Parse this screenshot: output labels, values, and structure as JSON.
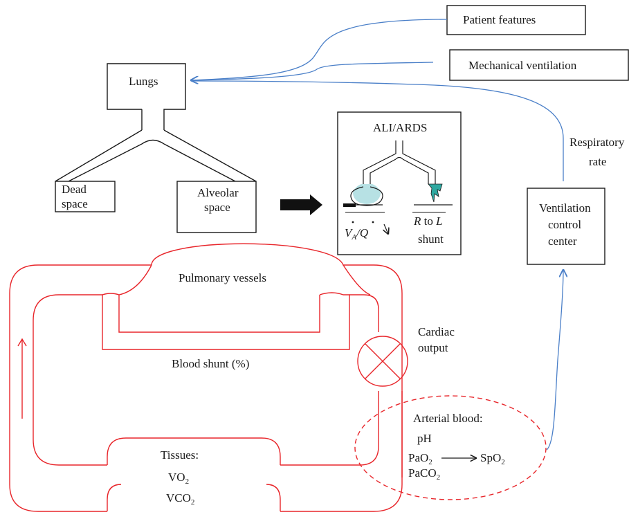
{
  "colors": {
    "lung_lines": "#1a1a1a",
    "circulation": "#e8262b",
    "arrows_blue": "#4a7fc8",
    "flask_fluid": "#b7e1e4",
    "shunt_fluid": "#2fa8a0"
  },
  "lungs": {
    "title": "Lungs",
    "dead_space_line1": "Dead",
    "dead_space_line2": "space",
    "alveolar_line1": "Alveolar",
    "alveolar_line2": "space"
  },
  "inputs": {
    "patient_features": "Patient features",
    "mechanical_ventilation": "Mechanical ventilation"
  },
  "ards_box": {
    "title": "ALI/ARDS",
    "va": "V",
    "va_sub": "A",
    "q": "/Q",
    "shunt_r": "R",
    "shunt_to": " to ",
    "shunt_l": "L",
    "shunt_word": "shunt"
  },
  "respiratory_rate": {
    "line1": "Respiratory",
    "line2": "rate"
  },
  "control_center": {
    "line1": "Ventilation",
    "line2": "control",
    "line3": "center"
  },
  "circulation": {
    "pulmonary_vessels": "Pulmonary vessels",
    "blood_shunt": "Blood shunt (%)",
    "cardiac_line1": "Cardiac",
    "cardiac_line2": "output",
    "tissues_title": "Tissues:",
    "vo": "VO",
    "vo_sub": "2",
    "vco": "VCO",
    "vco_sub": "2"
  },
  "arterial": {
    "title": "Arterial blood:",
    "ph": "pH",
    "pao": "PaO",
    "pao_sub": "2",
    "spo": "SpO",
    "spo_sub": "2",
    "paco": "PaCO",
    "paco_sub": "2"
  }
}
